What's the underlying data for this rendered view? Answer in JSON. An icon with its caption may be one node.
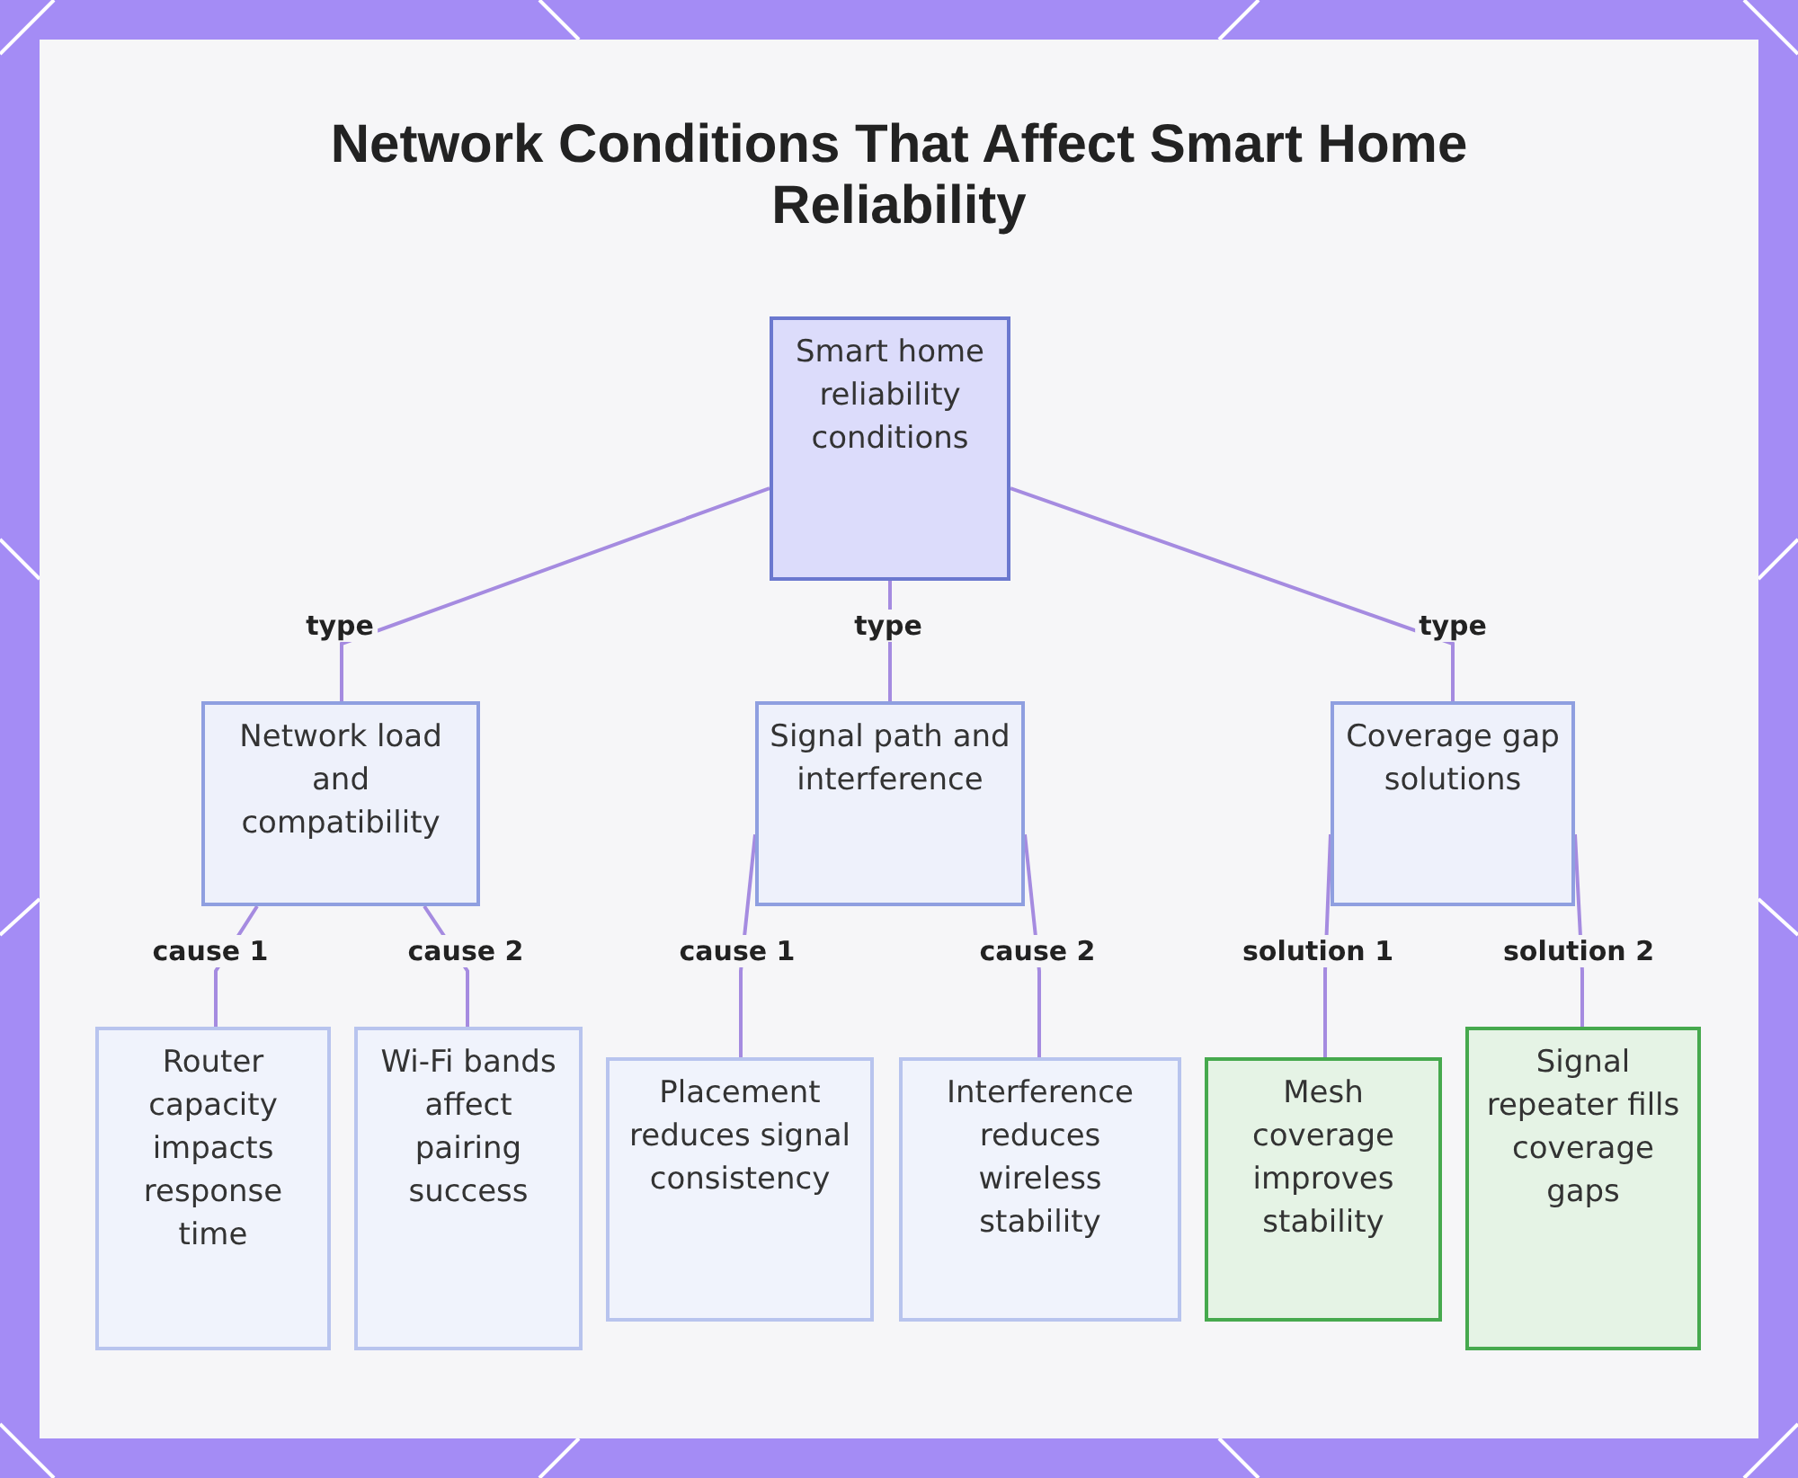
{
  "diagram": {
    "title": "Network Conditions That Affect Smart Home Reliability",
    "nodes": [
      {
        "text": [
          "Smart home reliability conditions"
        ]
      },
      {
        "text": [
          "Network load and compatibility"
        ]
      },
      {
        "text": [
          "Signal path and interference"
        ]
      },
      {
        "text": [
          "Coverage gap solutions"
        ]
      },
      {
        "text": [
          "Router capacity impacts response time"
        ]
      },
      {
        "text": [
          "Wi-Fi bands affect pairing success"
        ]
      },
      {
        "text": [
          "Placement reduces signal consistency"
        ]
      },
      {
        "text": [
          "Interference reduces wireless stability"
        ]
      },
      {
        "text": [
          "Mesh coverage improves stability"
        ]
      },
      {
        "text": [
          "Signal repeater fills coverage gaps"
        ]
      }
    ],
    "edges": [
      {
        "from": 0,
        "to": 1,
        "arrow": "none",
        "label": "type"
      },
      {
        "from": 0,
        "to": 2,
        "arrow": "none",
        "label": "type"
      },
      {
        "from": 0,
        "to": 3,
        "arrow": "none",
        "label": "type"
      },
      {
        "from": 1,
        "to": 4,
        "arrow": "none",
        "label": "cause 1"
      },
      {
        "from": 1,
        "to": 5,
        "arrow": "none",
        "label": "cause 2"
      },
      {
        "from": 2,
        "to": 6,
        "arrow": "none",
        "label": "cause 1"
      },
      {
        "from": 2,
        "to": 7,
        "arrow": "none",
        "label": "cause 2"
      },
      {
        "from": 3,
        "to": 8,
        "arrow": "none",
        "label": "solution 1"
      },
      {
        "from": 3,
        "to": 9,
        "arrow": "none",
        "label": "solution 2"
      }
    ]
  }
}
